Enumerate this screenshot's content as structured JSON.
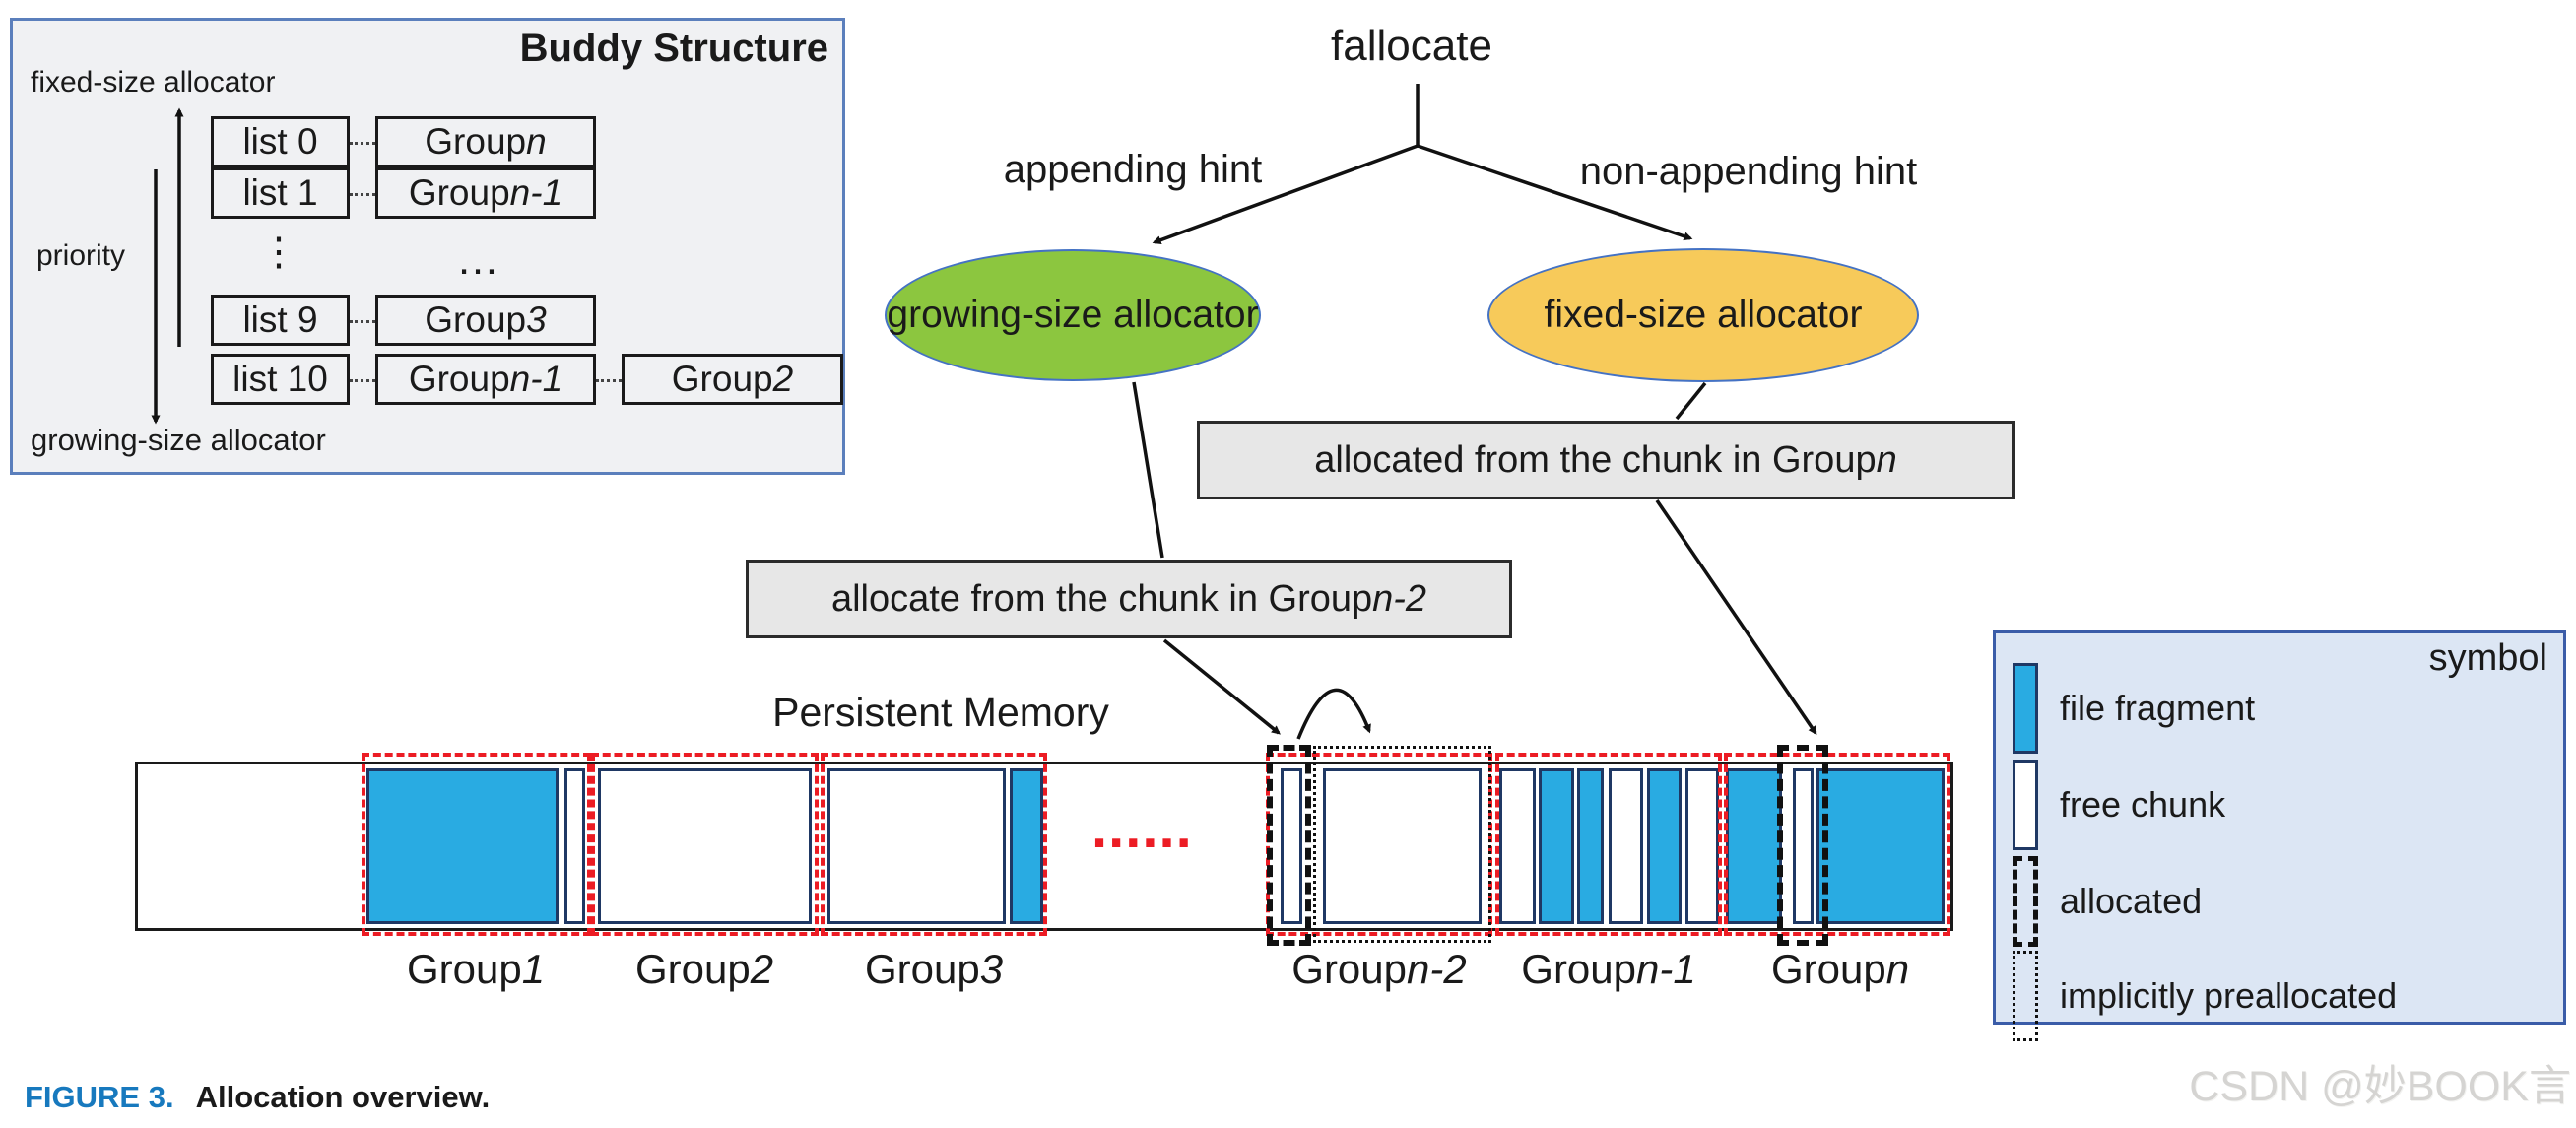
{
  "figure": {
    "caption_label": "FIGURE 3.",
    "caption_text": "Allocation overview."
  },
  "watermark": "CSDN @妙BOOK言",
  "buddy": {
    "title": "Buddy Structure",
    "top_label": "fixed-size allocator",
    "bottom_label": "growing-size allocator",
    "priority_label": "priority",
    "vdots": "⋮",
    "hdots": "…",
    "rows": [
      {
        "list": "list 0",
        "g": "Group ",
        "n": "n"
      },
      {
        "list": "list 1",
        "g": "Group ",
        "n": "n-1"
      },
      {
        "list": "list 9",
        "g": "Group ",
        "n": "3"
      },
      {
        "list": "list 10",
        "g": "Group ",
        "n": "n-1",
        "g2": "Group ",
        "n2": "2"
      }
    ]
  },
  "tree": {
    "root": "fallocate",
    "left_edge_label": "appending hint",
    "right_edge_label": "non-appending hint",
    "left_node": "growing-size allocator",
    "right_node": "fixed-size allocator"
  },
  "callouts": {
    "growing_pre": "allocate from the chunk in Group ",
    "growing_em": "n-2",
    "fixed_pre": "allocated from the chunk in Group ",
    "fixed_em": "n"
  },
  "memory": {
    "title": "Persistent Memory",
    "ellipsis": "......",
    "groups": [
      {
        "g": "Group ",
        "n": "1",
        "chunks": [
          "file fragment",
          "free chunk"
        ]
      },
      {
        "g": "Group ",
        "n": "2",
        "chunks": [
          "free chunk"
        ]
      },
      {
        "g": "Group ",
        "n": "3",
        "chunks": [
          "free chunk",
          "file fragment"
        ]
      },
      {
        "g": "Group ",
        "n": "n-2",
        "chunks": [
          "allocated free chunk",
          "implicitly preallocated free chunk"
        ]
      },
      {
        "g": "Group ",
        "n": "n-1",
        "chunks": [
          "free chunk",
          "file fragment",
          "file fragment",
          "free chunk",
          "file fragment",
          "free chunk"
        ]
      },
      {
        "g": "Group ",
        "n": "n",
        "chunks": [
          "file fragment",
          "allocated free chunk",
          "file fragment"
        ]
      }
    ]
  },
  "legend": {
    "title": "symbol",
    "items": [
      "file fragment",
      "free chunk",
      "allocated",
      "implicitly preallocated"
    ]
  },
  "colors": {
    "file_fragment": "#29ABE2",
    "chunk_border": "#1F3864",
    "group_border_red": "#EC1C24",
    "growing_node_green": "#8CC63F",
    "fixed_node_yellow": "#F7CA5A",
    "callout_gray": "#E7E7E7",
    "buddy_bg": "#F0F1F3",
    "buddy_border": "#5B7FBC",
    "legend_bg": "#DCE6F4",
    "legend_border": "#3A5CA8",
    "caption_blue": "#1779BE",
    "watermark_gray": "#D5D4D2"
  }
}
